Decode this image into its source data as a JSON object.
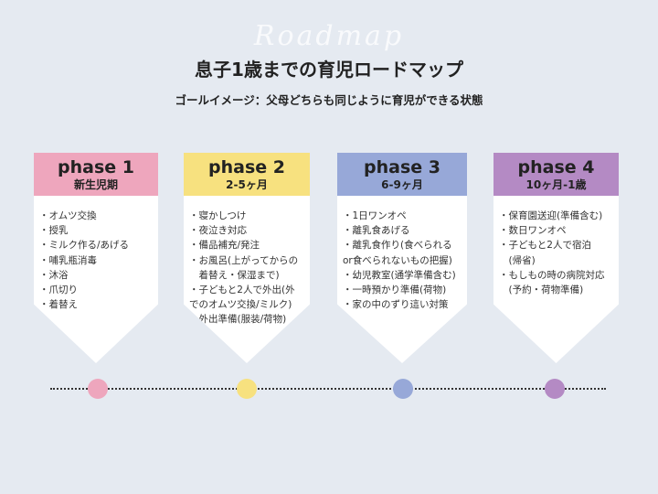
{
  "header": {
    "script_title": "Roadmap",
    "title": "息子1歳までの育児ロードマップ",
    "goal": "ゴールイメージ：父母どちらも同じように育児ができる状態"
  },
  "phases": [
    {
      "label": "phase 1",
      "age": "新生児期",
      "color": "#eea6bd",
      "items": [
        "・オムツ交換",
        "・授乳",
        "・ミルク作る/あげる",
        "・哺乳瓶消毒",
        "・沐浴",
        "・爪切り",
        "・着替え"
      ]
    },
    {
      "label": "phase 2",
      "age": "2-5ヶ月",
      "color": "#f7e17f",
      "items": [
        "・寝かしつけ",
        "・夜泣き対応",
        "・備品補充/発注",
        "・お風呂(上がってからの",
        "　着替え・保湿まで)",
        "・子どもと2人で外出(外",
        "でのオムツ交換/ミルク)",
        "・外出準備(服装/荷物)"
      ]
    },
    {
      "label": "phase 3",
      "age": "6-9ヶ月",
      "color": "#97a8d8",
      "items": [
        "・1日ワンオペ",
        "・離乳食あげる",
        "・離乳食作り(食べられる",
        "or食べられないもの把握)",
        "・幼児教室(通学準備含む)",
        "・一時預かり準備(荷物)",
        "・家の中のずり這い対策"
      ]
    },
    {
      "label": "phase 4",
      "age": "10ヶ月-1歳",
      "color": "#b48ac4",
      "items": [
        "・保育園送迎(準備含む)",
        "・数日ワンオペ",
        "・子どもと2人で宿泊",
        "　(帰省)",
        "・もしもの時の病院対応",
        "　(予約・荷物準備)"
      ]
    }
  ]
}
